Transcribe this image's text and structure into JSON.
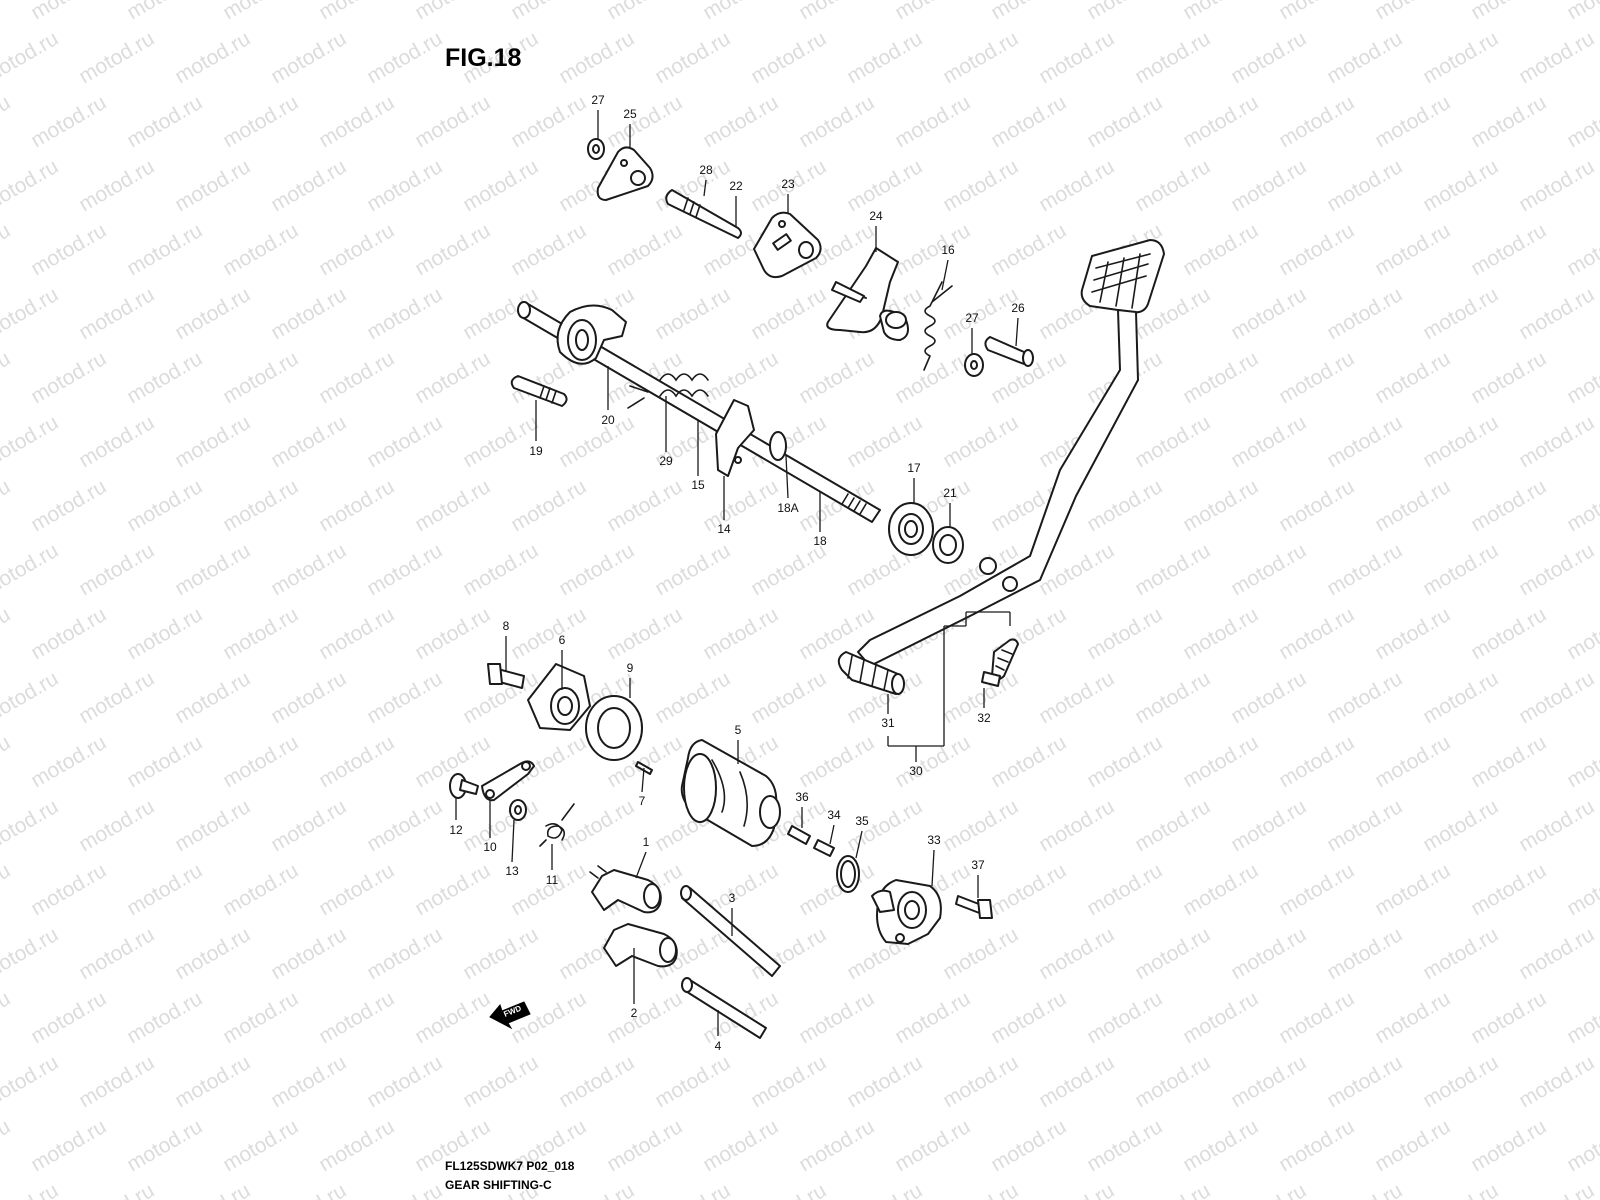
{
  "figure": {
    "title": "FIG.18",
    "model_code": "FL125SDWK7 P02_018",
    "section": "GEAR SHIFTING-C",
    "watermark": "motod.ru",
    "fwd_label": "FWD"
  },
  "callouts": [
    "1",
    "2",
    "3",
    "4",
    "5",
    "6",
    "7",
    "8",
    "9",
    "10",
    "11",
    "12",
    "13",
    "14",
    "15",
    "16",
    "17",
    "18",
    "18A",
    "19",
    "20",
    "21",
    "22",
    "23",
    "24",
    "25",
    "26",
    "27",
    "28",
    "29",
    "30",
    "31",
    "32",
    "33",
    "34",
    "35",
    "36",
    "37"
  ]
}
